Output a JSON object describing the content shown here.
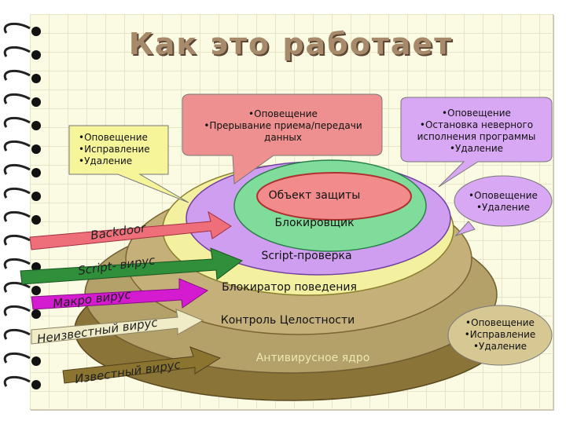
{
  "title": "Как это работает",
  "callouts": {
    "left": [
      "•Оповещение",
      "•Исправление",
      "•Удаление"
    ],
    "middle": [
      "•Оповещение",
      "•Прерывание приема/передачи",
      "данных"
    ],
    "right_top": [
      "•Оповещение",
      "•Остановка неверного",
      "исполнения программы",
      "•Удаление"
    ],
    "right_mid": [
      "•Оповещение",
      "•Удаление"
    ],
    "right_bottom": [
      "•Оповещение",
      "•Исправление",
      "•Удаление"
    ]
  },
  "layers": [
    {
      "label": "Объект защиты",
      "color": "#ee8a8a"
    },
    {
      "label": "Блокировщик",
      "color": "#80dda0"
    },
    {
      "label": "Script-проверка",
      "color": "#d7aaf0"
    },
    {
      "label": "Блокиратор поведения",
      "color": "#f1ef9a"
    },
    {
      "label": "Контроль Целостности",
      "color": "#c4ae6c"
    },
    {
      "label": "Антивирусное ядро",
      "color": "#b0a07a"
    }
  ],
  "threats": [
    {
      "label": "Backdoor",
      "color": "#ee6f7a"
    },
    {
      "label": "Script- вирус",
      "color": "#2f8f3a"
    },
    {
      "label": "Макро вирус",
      "color": "#d51bd0"
    },
    {
      "label": "Неизвестный вирус",
      "color": "#f0ecc8"
    },
    {
      "label": "Известный вирус",
      "color": "#8a7430"
    }
  ],
  "colors": {
    "title": "#a68a6a",
    "callout_left": "#f7f59a",
    "callout_middle": "#ee9090",
    "callout_right": "#d9a8f4",
    "callout_bottom": "#d7c893"
  }
}
